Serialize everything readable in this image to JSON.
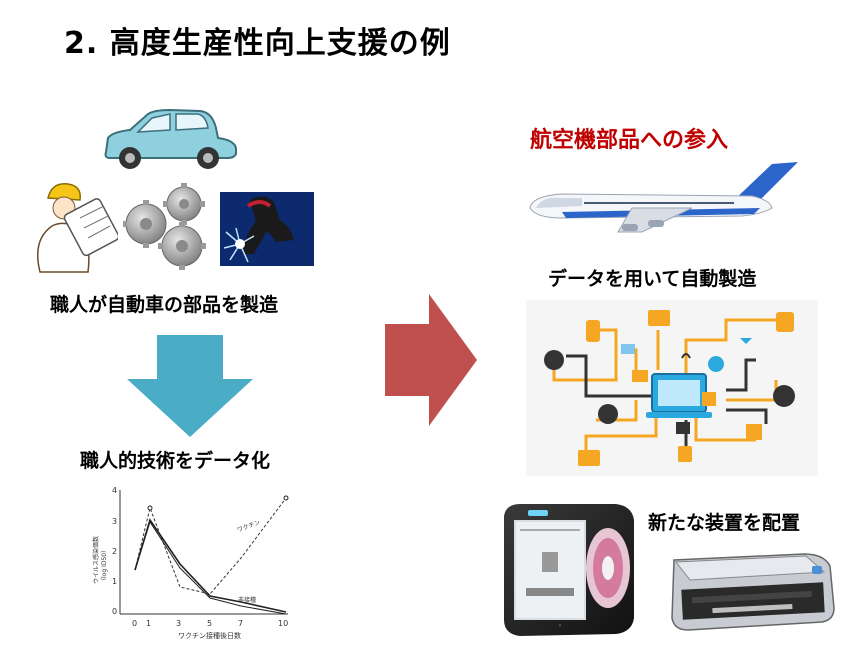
{
  "slide": {
    "title": "2. 高度生産性向上支援の例",
    "left": {
      "caption_top": "職人が自動車の部品を製造",
      "caption_bottom": "職人的技術をデータ化",
      "graph": {
        "y_ticks": [
          "0",
          "1",
          "2",
          "3",
          "4"
        ],
        "x_ticks": [
          "0",
          "1",
          "3",
          "5",
          "7",
          "10"
        ],
        "x_label": "ワクチン接種後日数",
        "y_label_1": "ウイルス感染価数",
        "y_label_2": "（log ID50）",
        "annotation_1": "ワクチン",
        "annotation_2": "非接種"
      }
    },
    "right": {
      "heading": "航空機部品への参入",
      "caption_data": "データを用いて自動製造",
      "caption_equipment": "新たな装置を配置"
    },
    "colors": {
      "arrow_down": "#4bacc6",
      "arrow_right": "#c0504d",
      "heading_red": "#c00000",
      "network_line_orange": "#f5a623",
      "network_line_dark": "#333333"
    },
    "icons": [
      "car-icon",
      "craftsman-icon",
      "gears-icon",
      "welder-icon",
      "airplane-icon",
      "network-diagram-icon",
      "3d-printer-icon",
      "scanner-icon",
      "down-arrow-icon",
      "right-arrow-icon"
    ]
  }
}
